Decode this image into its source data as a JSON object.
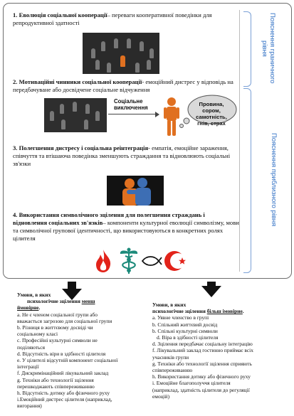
{
  "side_labels": {
    "boundary": "Пояснення граничного рівня",
    "proximal": "Пояснення приблизного рівня"
  },
  "sections": [
    {
      "num": "1.",
      "title": "Еволюція соціальної кооперації",
      "text": "– переваги кооперативної поведінки для репродуктивної здатності"
    },
    {
      "num": "2.",
      "title": "Мотиваційні чинники соціальної кооперації",
      "text": "- емоційний дистрес у відповідь на передбачуване або досвідчене соціальне відчуження"
    },
    {
      "num": "3.",
      "title": "Полегшення дистресу і соціальна реінтеграція",
      "text": "- емпатія, емоційне зараження, співчуття та втішаюча поведінка зменшують страждання та відновлюють соціальні зв'язки"
    },
    {
      "num": "4.",
      "title": "Використання символічного зцілення для полегшення страждань і відновлення соціальних зв'язків",
      "text": "– компоненти культурної еволюції символізму, мови та символічної групової ідентичності, що використовуються в конкретних ролях цілителя"
    }
  ],
  "figure2": {
    "label_exclusion": "Соціальне виключення",
    "bubble": "Провина, сором, самотність, гнів, страх"
  },
  "left_box": {
    "heading_1": "Умови, в яких",
    "heading_2": "психологічне зцілення",
    "heading_3": "менш",
    "heading_4": "ймовірне",
    "heading_end": ".",
    "lines": [
      "a. Не є членом соціальної групи або",
      "вважається загрозою для соціальної групи",
      "b. Різниця в життєвому досвіді чи",
      "соціальному класі",
      "c. Професійні культурні символи не",
      "поділяються",
      "d. Відсутність віри в здібності цілителя",
      "e. У цілителі відсутній компонент соціальної",
      "інтеграції",
      "f. Дискримінаційний лікувальний заклад",
      "g. Техніки або технології зцілення",
      "перешкоджають співпереживанню",
      "h. Відсутність дотику або фізичного руху",
      "i.Емоційний дистрес цілителя (наприклад,",
      "вигорання)"
    ]
  },
  "right_box": {
    "heading_1": "Умови, в яких",
    "heading_2": "психологічне зцілення",
    "heading_3": "більш імовірне",
    "heading_end": ".",
    "lines": [
      "a. Уявне членство в групі",
      "b. Спільний життєвий досвід",
      "b. Спільні культурні символи",
      "d. Віра в здібності цілителя",
      "d. Зцілення передбачає соціальну інтеграцію",
      "f. Лікувальний заклад гостинно приймає всіх",
      "учасників групи",
      "g. Техніки або технології зцілення сприяють",
      "співпереживанню",
      "h. Використання дотику або фізичного руху",
      "i. Емоційне благополуччя цілителя",
      "(наприклад, здатність цілителя до регуляції",
      "емоцій)"
    ]
  },
  "icons": [
    "crowd-circle-image",
    "person-icon",
    "thought-bubble",
    "comfort-hug-image",
    "flame-icon",
    "caduceus-icon",
    "fish-icon",
    "crescent-star-icon"
  ],
  "colors": {
    "accent_blue": "#2f6fc4",
    "orange": "#e07020",
    "red": "#e2231a",
    "teal": "#1c8a7a"
  }
}
